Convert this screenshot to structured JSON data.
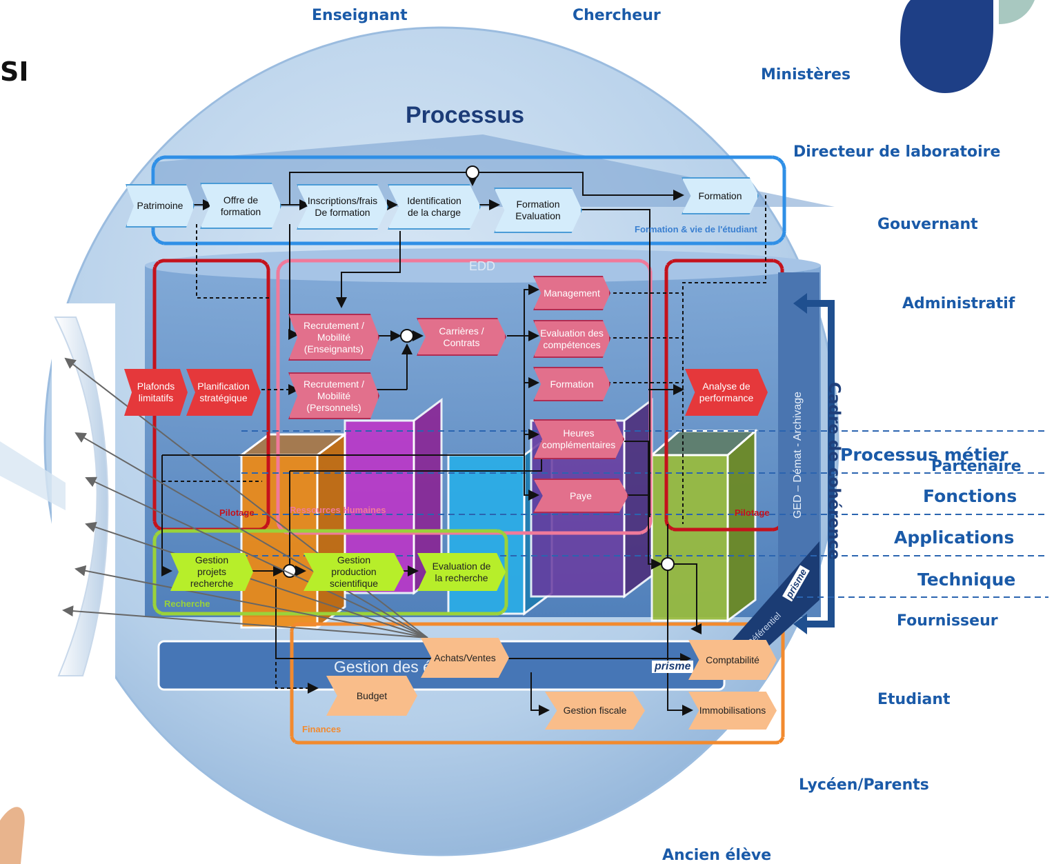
{
  "title_fragment": "SI",
  "main_title": "Processus",
  "actors": {
    "enseignant": "Enseignant",
    "chercheur": "Chercheur",
    "ministeres": "Ministères",
    "directeur": "Directeur de laboratoire",
    "gouvernant": "Gouvernant",
    "administratif": "Administratif",
    "partenaire": "Partenaire",
    "fournisseur": "Fournisseur",
    "etudiant": "Etudiant",
    "lyceen": "Lycéen/Parents",
    "ancien": "Ancien élève"
  },
  "layers": {
    "processus_metier": "Processus métier",
    "fonctions": "Fonctions",
    "applications": "Applications",
    "technique": "Technique"
  },
  "cadre": "Cadre de cohérence",
  "ged": "GED – Démat - Archivage",
  "edd": "EDD",
  "gestion_label": "Gestion des échanges",
  "prisme": "prisme",
  "referentiel": "Référentiel",
  "domains": {
    "formation_vie": "Formation & vie de l'étudiant",
    "pilotage_left": "Pilotage",
    "pilotage_right": "Pilotage",
    "rh": "Ressources Humaines",
    "recherche": "Recherche",
    "finances": "Finances"
  },
  "processes": {
    "patrimoine": "Patrimoine",
    "offre": "Offre de formation",
    "inscriptions": "Inscriptions/frais De formation",
    "identification": "Identification de la charge",
    "formation_eval": "Formation Evaluation",
    "formation_top": "Formation",
    "management": "Management",
    "evaluation_comp": "Evaluation des compétences",
    "recrut_ens": "Recrutement / Mobilité (Enseignants)",
    "carrieres": "Carrières / Contrats",
    "recrut_pers": "Recrutement / Mobilité (Personnels)",
    "formation_rh": "Formation",
    "heures": "Heures complémentaires",
    "paye": "Paye",
    "plafonds": "Plafonds limitatifs",
    "planification": "Planification stratégique",
    "analyse": "Analyse de performance",
    "gestion_projets": "Gestion projets recherche",
    "gestion_prod": "Gestion production scientifique",
    "evaluation_rech": "Evaluation de la recherche",
    "achats": "Achats/Ventes",
    "budget": "Budget",
    "gestion_fiscale": "Gestion fiscale",
    "comptabilite": "Comptabilité",
    "immobilisations": "Immobilisations"
  },
  "colors": {
    "actor_text": "#1a5aa8",
    "bubble": "#c4d9ee",
    "formation_frame": "#2f8fe6",
    "pilotage_frame": "#c4121c",
    "rh_frame": "#f07a9a",
    "recherche_frame": "#9ad23a",
    "finances_frame": "#f28a2e"
  }
}
